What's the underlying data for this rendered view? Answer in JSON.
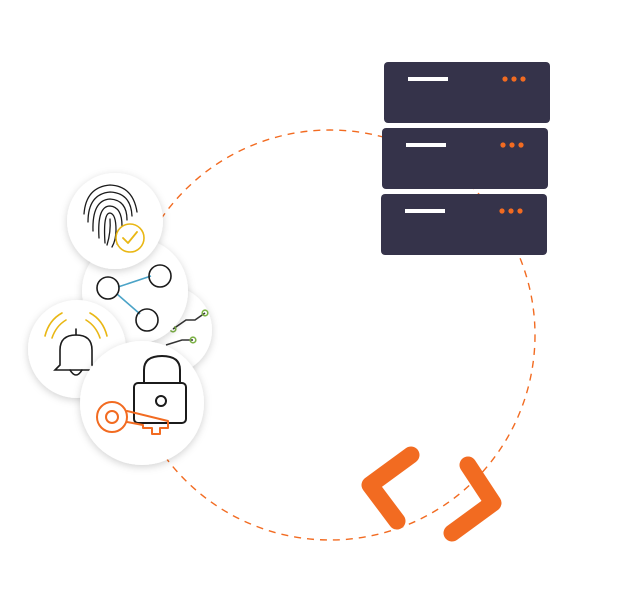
{
  "colors": {
    "accent_orange": "#F26B21",
    "server_navy": "#35334A",
    "line_black": "#1B1B1B",
    "check_yellow": "#E9B714",
    "link_blue": "#4BA3C7",
    "node_green": "#7DB247",
    "background": "#FFFFFF"
  },
  "illustration": {
    "server_rack": {
      "unit_count": 3,
      "status_dots_per_unit": 3
    },
    "code_brackets": {
      "icon": "code-brackets-icon"
    },
    "security_badges": [
      {
        "name": "fingerprint-verified",
        "icon": "fingerprint-check-icon"
      },
      {
        "name": "network-nodes",
        "icon": "network-nodes-icon"
      },
      {
        "name": "circuit",
        "icon": "circuit-icon"
      },
      {
        "name": "notification-bell",
        "icon": "bell-icon"
      },
      {
        "name": "lock-and-key",
        "icon": "padlock-key-icon"
      }
    ]
  }
}
